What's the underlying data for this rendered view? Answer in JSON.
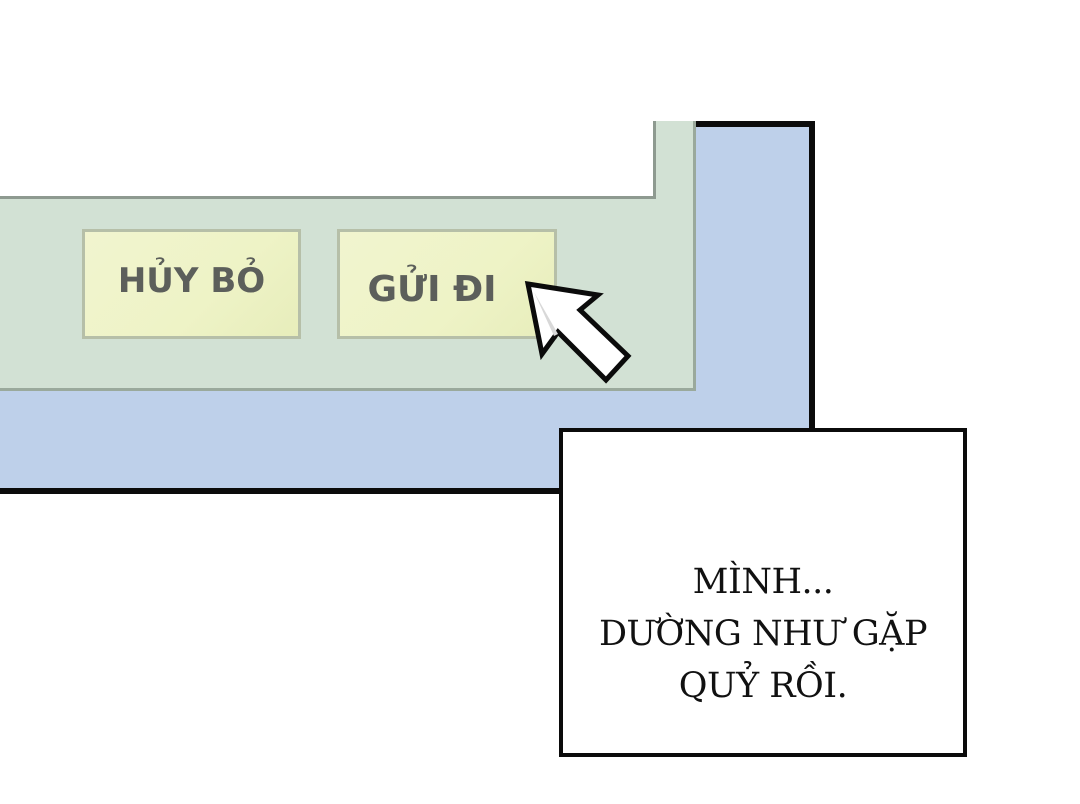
{
  "dialog": {
    "cancel_label": "HỦY BỎ",
    "send_label": "GỬI ĐI"
  },
  "cursor": {
    "icon": "arrow-pointer-icon"
  },
  "caption": {
    "lines": [
      "MÌNH...",
      "DƯỜNG NHƯ GẶP",
      "QUỶ RỒI."
    ]
  },
  "colors": {
    "window_background": "#bed0ea",
    "dialog_background": "#d2e1d4",
    "button_background": "#eef3c6",
    "button_text": "#5c5f5b",
    "border": "#0b0b0b"
  }
}
